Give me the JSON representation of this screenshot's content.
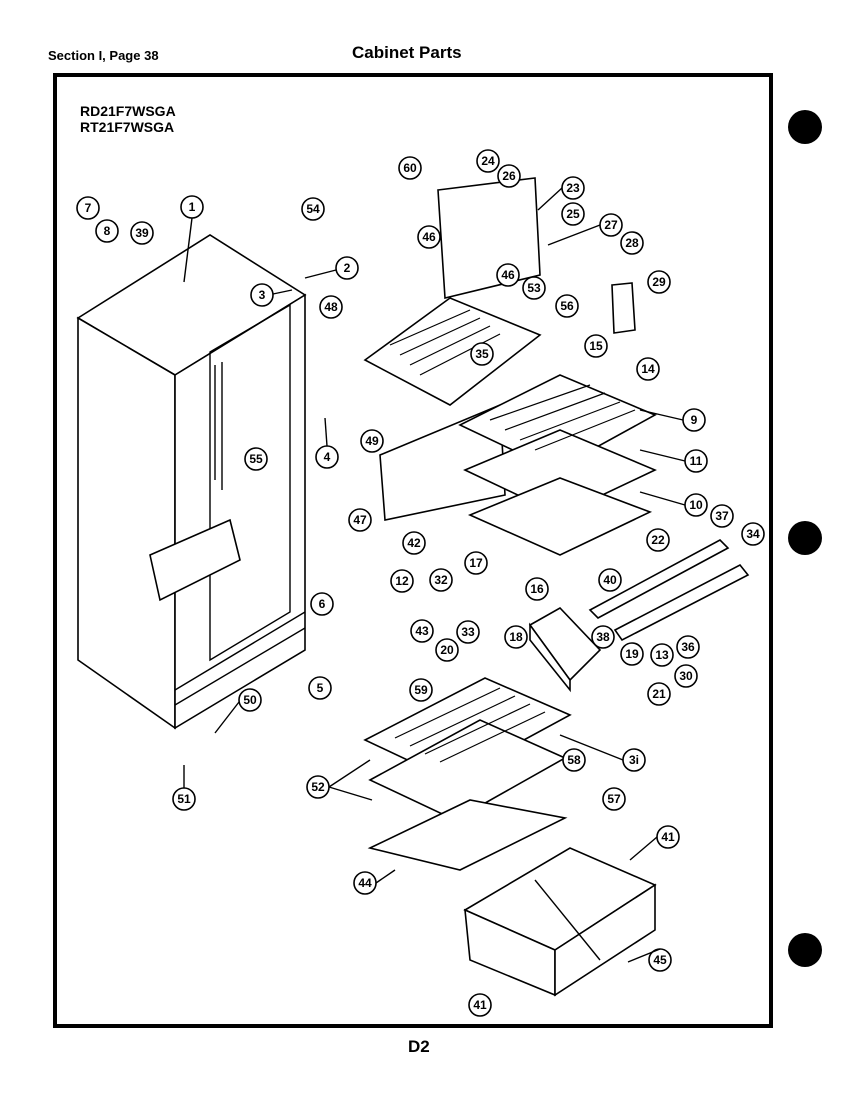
{
  "header": {
    "section": "Section I, Page 38",
    "title": "Cabinet Parts"
  },
  "models": [
    "RD21F7WSGA",
    "RT21F7WSGA"
  ],
  "page_id": "D2",
  "callouts": [
    "1",
    "2",
    "3",
    "4",
    "5",
    "6",
    "7",
    "8",
    "9",
    "10",
    "11",
    "12",
    "13",
    "14",
    "15",
    "16",
    "17",
    "18",
    "19",
    "20",
    "21",
    "22",
    "23",
    "24",
    "25",
    "26",
    "27",
    "28",
    "29",
    "30",
    "3i",
    "32",
    "33",
    "34",
    "35",
    "36",
    "37",
    "38",
    "39",
    "40",
    "41",
    "41",
    "42",
    "43",
    "44",
    "45",
    "46",
    "46",
    "47",
    "48",
    "49",
    "50",
    "51",
    "52",
    "53",
    "54",
    "55",
    "56",
    "57",
    "58",
    "59",
    "60"
  ]
}
